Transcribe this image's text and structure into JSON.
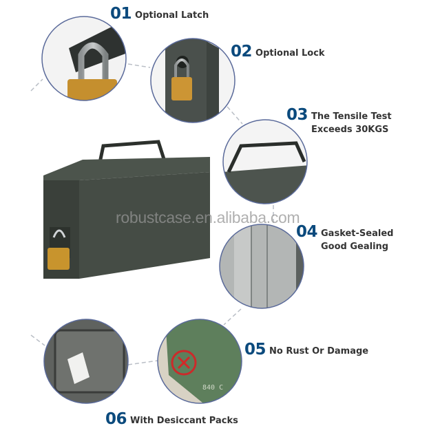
{
  "watermark": "robustcase.en.alibaba.com",
  "features": [
    {
      "number": "01",
      "label": "Optional Latch"
    },
    {
      "number": "02",
      "label": "Optional Lock"
    },
    {
      "number": "03",
      "label": "The Tensile Test",
      "label2": "Exceeds 30KGS"
    },
    {
      "number": "04",
      "label": "Gasket-Sealed",
      "label2": "Good Gealing"
    },
    {
      "number": "05",
      "label": "No Rust Or Damage"
    },
    {
      "number": "06",
      "label": "With Desiccant Packs"
    }
  ],
  "colors": {
    "accent": "#0b4a7d",
    "circle_border": "#5a6a9a",
    "box": "#3f463f"
  }
}
